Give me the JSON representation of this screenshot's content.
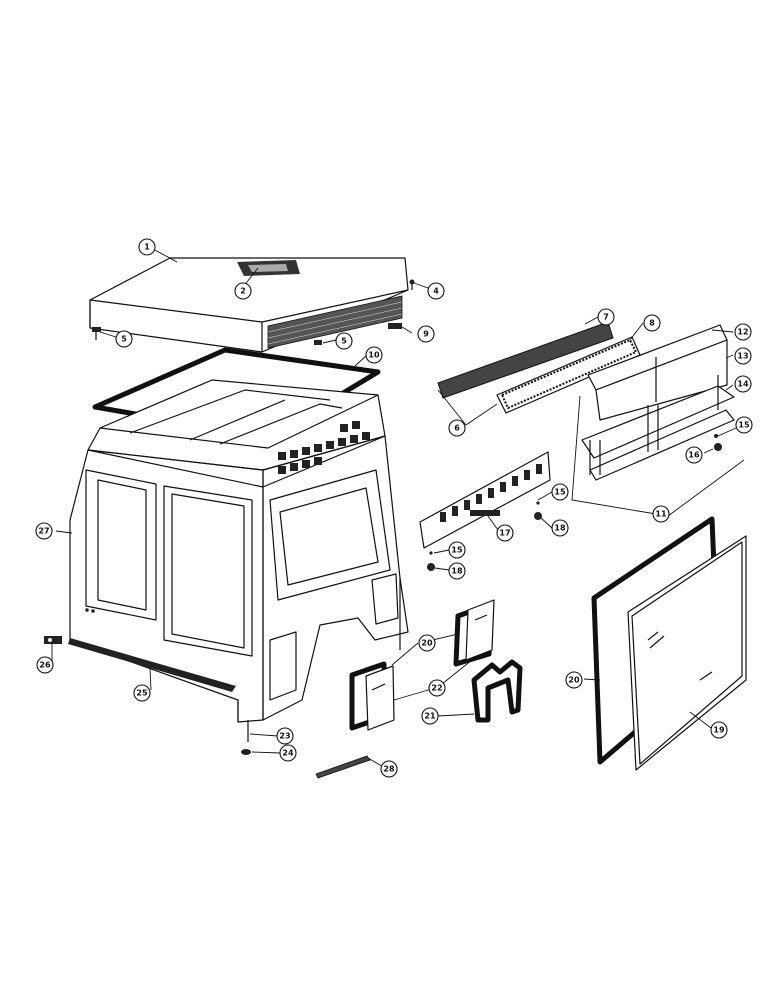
{
  "diagram": {
    "callouts": [
      {
        "id": "c1",
        "label": "1"
      },
      {
        "id": "c2",
        "label": "2"
      },
      {
        "id": "c4",
        "label": "4"
      },
      {
        "id": "c5a",
        "label": "5"
      },
      {
        "id": "c5b",
        "label": "5"
      },
      {
        "id": "c6",
        "label": "6"
      },
      {
        "id": "c7",
        "label": "7"
      },
      {
        "id": "c8",
        "label": "8"
      },
      {
        "id": "c9",
        "label": "9"
      },
      {
        "id": "c10",
        "label": "10"
      },
      {
        "id": "c11",
        "label": "11"
      },
      {
        "id": "c12",
        "label": "12"
      },
      {
        "id": "c13",
        "label": "13"
      },
      {
        "id": "c14",
        "label": "14"
      },
      {
        "id": "c15a",
        "label": "15"
      },
      {
        "id": "c15b",
        "label": "15"
      },
      {
        "id": "c15c",
        "label": "15"
      },
      {
        "id": "c16",
        "label": "16"
      },
      {
        "id": "c17",
        "label": "17"
      },
      {
        "id": "c18a",
        "label": "18"
      },
      {
        "id": "c18b",
        "label": "18"
      },
      {
        "id": "c19",
        "label": "19"
      },
      {
        "id": "c20a",
        "label": "20"
      },
      {
        "id": "c20b",
        "label": "20"
      },
      {
        "id": "c21",
        "label": "21"
      },
      {
        "id": "c22",
        "label": "22"
      },
      {
        "id": "c23",
        "label": "23"
      },
      {
        "id": "c24",
        "label": "24"
      },
      {
        "id": "c25",
        "label": "25"
      },
      {
        "id": "c26",
        "label": "26"
      },
      {
        "id": "c27",
        "label": "27"
      },
      {
        "id": "c28",
        "label": "28"
      }
    ]
  }
}
